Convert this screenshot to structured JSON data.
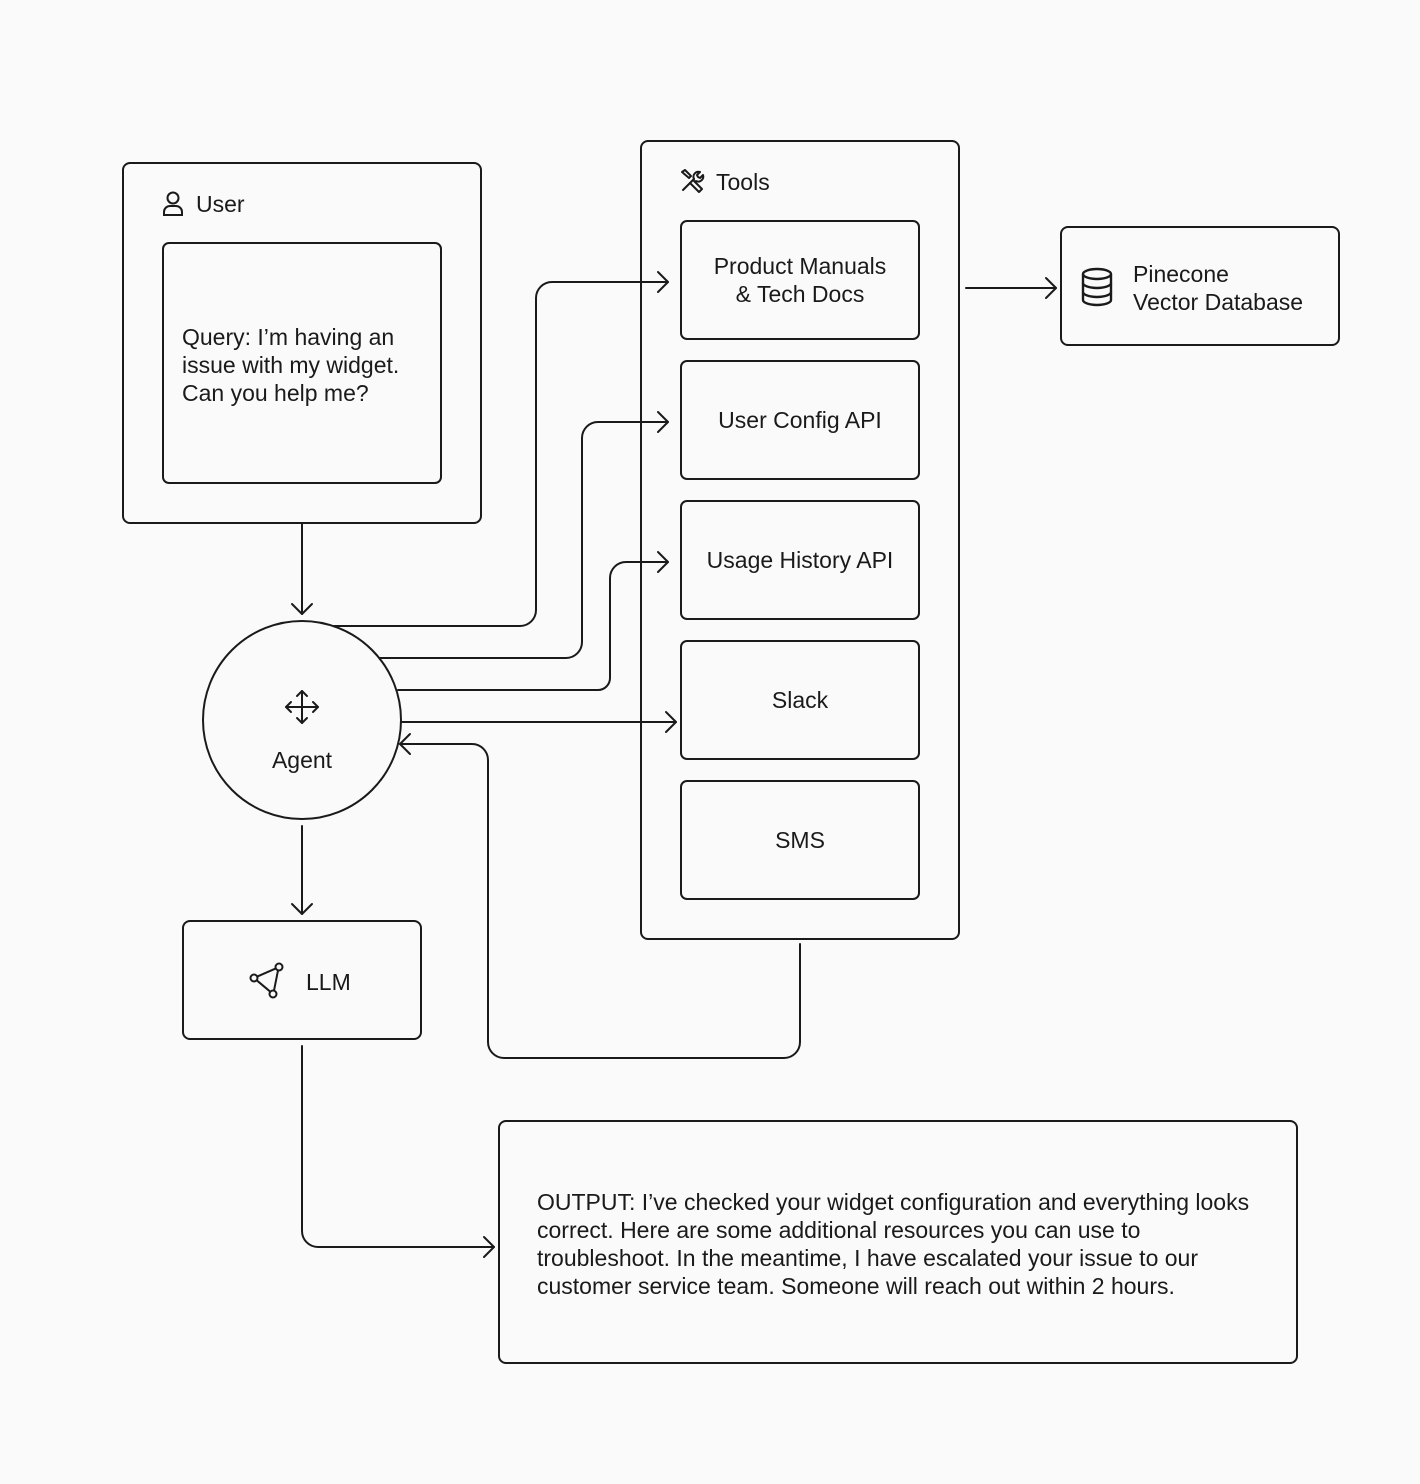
{
  "user": {
    "title": "User",
    "icon": "user-icon",
    "query": "Query: I’m having an issue with my widget. Can you help me?"
  },
  "agent": {
    "label": "Agent",
    "icon": "move-arrows-icon"
  },
  "llm": {
    "label": "LLM",
    "icon": "network-nodes-icon"
  },
  "tools": {
    "title": "Tools",
    "icon": "tools-icon",
    "items": [
      {
        "label": "Product Manuals\n& Tech Docs"
      },
      {
        "label": "User Config API"
      },
      {
        "label": "Usage History API"
      },
      {
        "label": "Slack"
      },
      {
        "label": "SMS"
      }
    ]
  },
  "vector_db": {
    "label": "Pinecone\nVector Database",
    "icon": "database-icon"
  },
  "output": {
    "text": "OUTPUT: I’ve checked your widget configuration and everything looks correct. Here are some additional resources you can use to troubleshoot. In the meantime, I have escalated your issue to our customer service team. Someone will reach out within 2 hours."
  }
}
